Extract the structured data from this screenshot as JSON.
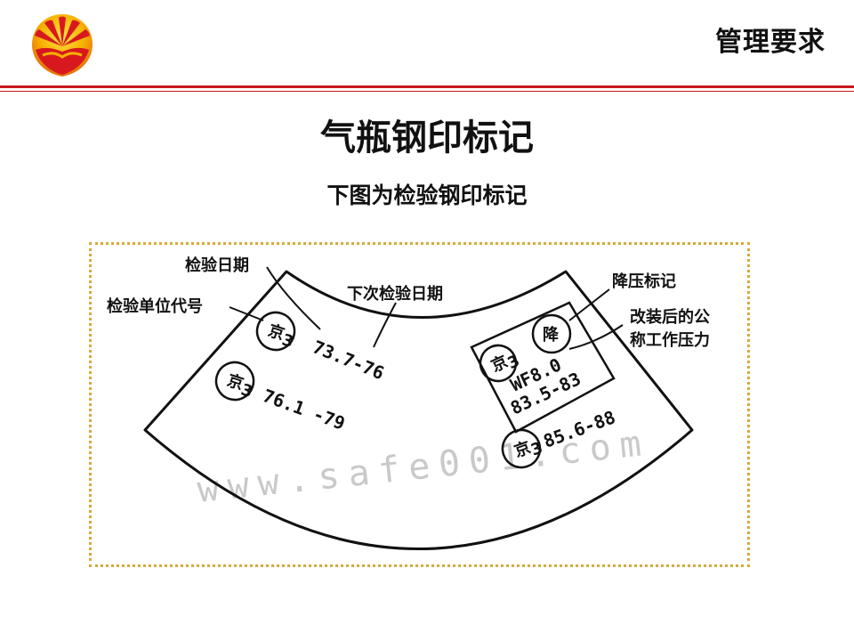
{
  "header": {
    "section_title": "管理要求",
    "logo": "cnpc-petal-logo"
  },
  "main_title": "气瓶钢印标记",
  "subtitle": "下图为检验钢印标记",
  "diagram": {
    "labels": {
      "inspection_date": "检验日期",
      "next_inspection_date": "下次检验日期",
      "inspection_unit_code": "检验单位代号",
      "decompression_mark": "降压标记",
      "nominal_pressure_line1": "改装后的公",
      "nominal_pressure_line2": "称工作压力"
    },
    "stamps": {
      "jing_1": "京",
      "jing_1_sub": "3",
      "date_1": "73.7-76",
      "jing_2": "京",
      "jing_2_sub": "3",
      "date_2": "76.1 -79",
      "jing_3": "京",
      "jing_3_sub": "3",
      "jiang": "降",
      "pressure": "WF8.0",
      "date_3": "83.5-83",
      "jing_4": "京",
      "jing_4_sub": "3",
      "date_4": "85.6-88"
    },
    "watermark": "www.safe001.com"
  }
}
